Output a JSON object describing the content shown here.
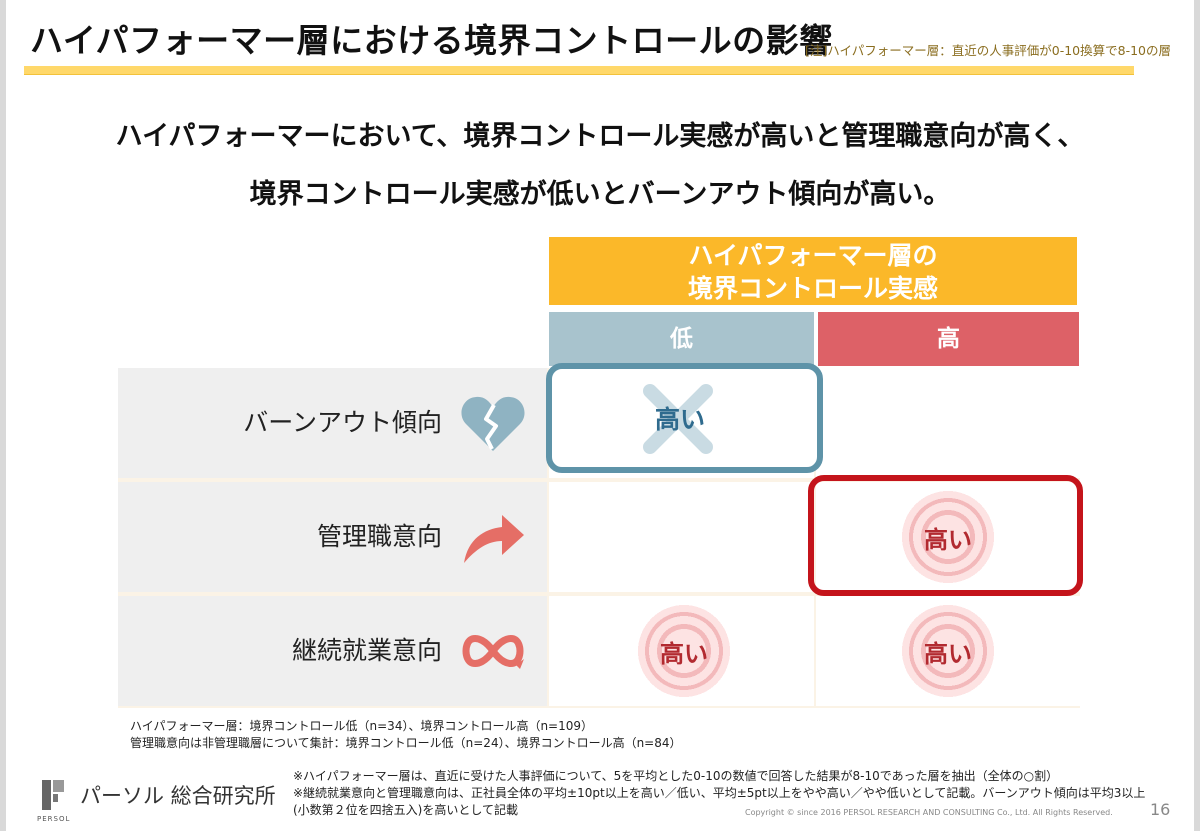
{
  "header": {
    "title": "ハイパフォーマー層における境界コントロールの影響",
    "note": "[注]ハイパフォーマー層：直近の人事評価が0-10換算で8-10の層"
  },
  "headline": {
    "line1": "ハイパフォーマーにおいて、境界コントロール実感が高いと管理職意向が高く、",
    "line2": "境界コントロール実感が低いとバーンアウト傾向が高い。"
  },
  "matrix": {
    "column_group": "ハイパフォーマー層の",
    "column_group_line2": "境界コントロール実感",
    "col_low": "低",
    "col_high": "高",
    "rows": [
      {
        "label": "バーンアウト傾向",
        "icon": "broken-heart-icon",
        "low": "高い",
        "high": ""
      },
      {
        "label": "管理職意向",
        "icon": "curved-arrow-icon",
        "low": "",
        "high": "高い"
      },
      {
        "label": "継続就業意向",
        "icon": "infinity-icon",
        "low": "高い",
        "high": "高い"
      }
    ]
  },
  "notes": {
    "line1": "ハイパフォーマー層：境界コントロール低（n=34）、境界コントロール高（n=109）",
    "line2": "管理職意向は非管理職層について集計：境界コントロール低（n=24）、境界コントロール高（n=84）"
  },
  "footnotes": {
    "line1": "※ハイパフォーマー層は、直近に受けた人事評価について、5を平均とした0-10の数値で回答した結果が8-10であった層を抽出（全体の○割）",
    "line2": "※継続就業意向と管理職意向は、正社員全体の平均±10pt以上を高い／低い、平均±5pt以上をやや高い／やや低いとして記載。バーンアウト傾向は平均3以上",
    "line3": "(小数第２位を四捨五入)を高いとして記載"
  },
  "footer": {
    "logo_text": "パーソル 総合研究所",
    "logo_sub": "PERSOL",
    "copyright": "Copyright © since 2016 PERSOL RESEARCH AND CONSULTING Co., Ltd. All Rights Reserved.",
    "page_number": "16"
  },
  "colors": {
    "accent_yellow": "#fbb829",
    "low_blue": "#a8c3cd",
    "high_red": "#dd6167",
    "highlight_blue": "#5e93a8",
    "highlight_red": "#c4141b"
  }
}
